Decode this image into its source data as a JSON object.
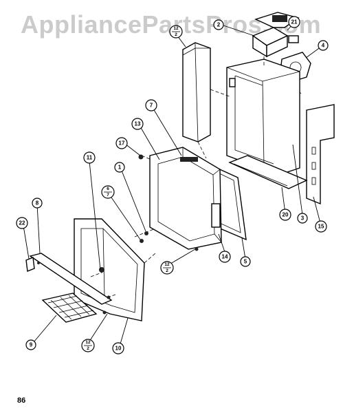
{
  "watermark": "AppliancePartsPros.com",
  "page_number": "86",
  "callouts": [
    {
      "id": "2",
      "label": "2"
    },
    {
      "id": "21",
      "label": "21"
    },
    {
      "id": "4",
      "label": "4"
    },
    {
      "id": "12a",
      "label": "12",
      "sub": "2"
    },
    {
      "id": "7",
      "label": "7"
    },
    {
      "id": "13",
      "label": "13"
    },
    {
      "id": "17",
      "label": "17"
    },
    {
      "id": "11",
      "label": "11"
    },
    {
      "id": "1",
      "label": "1"
    },
    {
      "id": "6",
      "label": "6",
      "sub": "7"
    },
    {
      "id": "8",
      "label": "8"
    },
    {
      "id": "22",
      "label": "22"
    },
    {
      "id": "12b",
      "label": "12",
      "sub": "2"
    },
    {
      "id": "14",
      "label": "14"
    },
    {
      "id": "5",
      "label": "5"
    },
    {
      "id": "20",
      "label": "20"
    },
    {
      "id": "3",
      "label": "3"
    },
    {
      "id": "15",
      "label": "15"
    },
    {
      "id": "9",
      "label": "9"
    },
    {
      "id": "12c",
      "label": "12",
      "sub": "2"
    },
    {
      "id": "10",
      "label": "10"
    }
  ]
}
